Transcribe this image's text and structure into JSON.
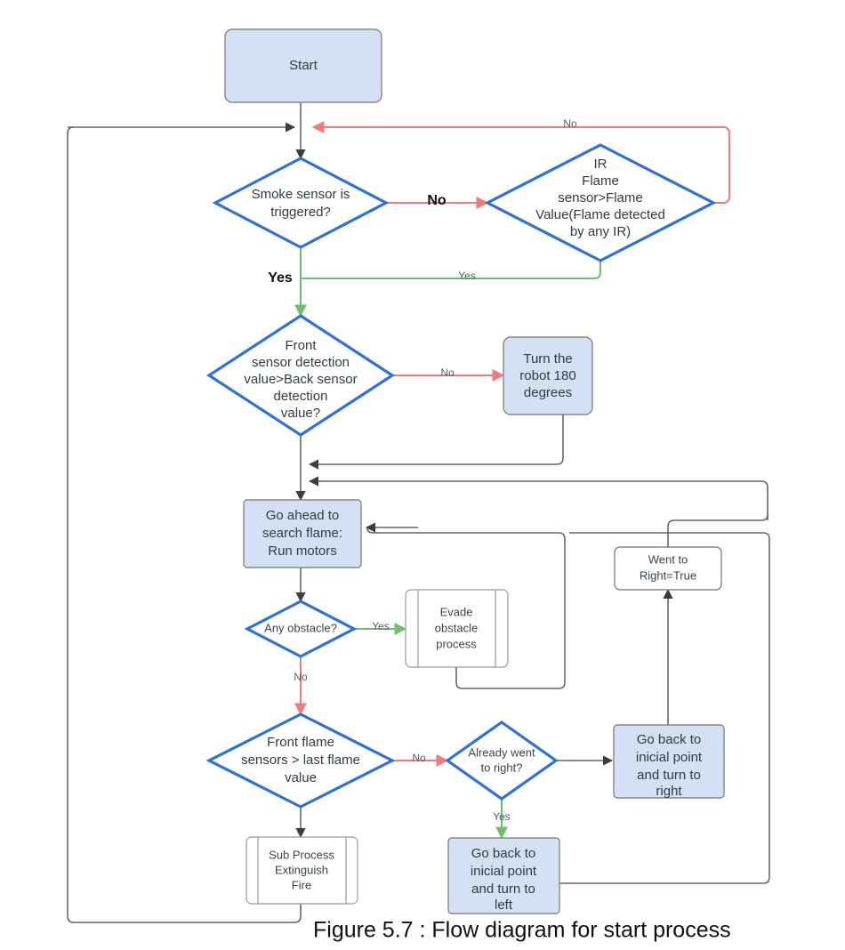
{
  "figure": {
    "caption": "Figure 5.7 : Flow diagram for start process"
  },
  "colors": {
    "process_fill": "#d4e1f5",
    "decision_stroke": "#2f72d4",
    "yes_edge": "#6cc06c",
    "no_edge": "#ef7c7c",
    "plain_edge": "#666666",
    "background": "#ffffff"
  },
  "nodes": {
    "start": {
      "label": "Start",
      "shape": "process"
    },
    "smoke": {
      "line1": "Smoke sensor is",
      "line2": "triggered?",
      "shape": "decision"
    },
    "ir_flame": {
      "line1": "IR",
      "line2": "Flame",
      "line3": "sensor>Flame",
      "line4": "Value(Flame detected",
      "line5": "by any IR)",
      "shape": "decision"
    },
    "front_back": {
      "line1": "Front",
      "line2": "sensor detection",
      "line3": "value>Back sensor",
      "line4": "detection",
      "line5": "value?",
      "shape": "decision"
    },
    "turn180": {
      "line1": "Turn the",
      "line2": "robot 180",
      "line3": "degrees",
      "shape": "process"
    },
    "go_ahead": {
      "line1": "Go ahead to",
      "line2": "search flame:",
      "line3": "Run motors",
      "shape": "process"
    },
    "any_obstacle": {
      "line1": "Any obstacle?",
      "shape": "decision"
    },
    "evade": {
      "line1": "Evade",
      "line2": "obstacle",
      "line3": "process",
      "shape": "predefined-process"
    },
    "front_flame": {
      "line1": "Front flame",
      "line2": "sensors > last flame",
      "line3": "value",
      "shape": "decision"
    },
    "already_right": {
      "line1": "Already went",
      "line2": "to right?",
      "shape": "decision"
    },
    "go_back_right": {
      "line1": "Go back to",
      "line2": "inicial point",
      "line3": "and turn to",
      "line4": "right",
      "shape": "process"
    },
    "go_back_left": {
      "line1": "Go back to",
      "line2": "inicial point",
      "line3": "and turn to",
      "line4": "left",
      "shape": "process"
    },
    "went_right_true": {
      "line1": "Went to",
      "line2": "Right=True",
      "shape": "process-white"
    },
    "sub_process": {
      "line1": "Sub Process",
      "line2": "Extinguish",
      "line3": "Fire",
      "shape": "predefined-process"
    }
  },
  "edge_labels": {
    "smoke_no": "No",
    "smoke_yes": "Yes",
    "ir_no": "No",
    "ir_yes": "Yes",
    "front_back_no": "No",
    "obstacle_yes": "Yes",
    "obstacle_no": "No",
    "front_flame_no": "No",
    "already_right_yes": "Yes"
  }
}
